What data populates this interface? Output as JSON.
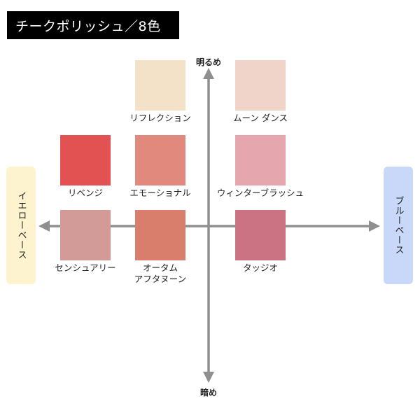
{
  "title": "チークポリッシュ／8色",
  "axis": {
    "top_label": "明るめ",
    "bottom_label": "暗め",
    "left_label": "イエローベース",
    "right_label": "ブルーベース",
    "line_color": "#8f8f8f"
  },
  "badges": {
    "left_color": "#fdf3cf",
    "right_color": "#c9d7f8"
  },
  "swatches": [
    {
      "id": "reflection",
      "lines": [
        "リフレクション"
      ],
      "color": "#f3e2c8"
    },
    {
      "id": "moon-dance",
      "lines": [
        "ムーン ダンス"
      ],
      "color": "#f0d4ca"
    },
    {
      "id": "revenge",
      "lines": [
        "リベンジ"
      ],
      "color": "#e25252"
    },
    {
      "id": "emotional",
      "lines": [
        "エモーショナル"
      ],
      "color": "#e2897d"
    },
    {
      "id": "winter-blush",
      "lines": [
        "ウィンターブラッシュ"
      ],
      "color": "#e6a6ad"
    },
    {
      "id": "sensual",
      "lines": [
        "センシュアリー"
      ],
      "color": "#d29b98"
    },
    {
      "id": "autumn-afternoon",
      "lines": [
        "オータム",
        "アフタヌーン"
      ],
      "color": "#d97e6d"
    },
    {
      "id": "tadjio",
      "lines": [
        "タッジオ"
      ],
      "color": "#cb7383"
    }
  ]
}
